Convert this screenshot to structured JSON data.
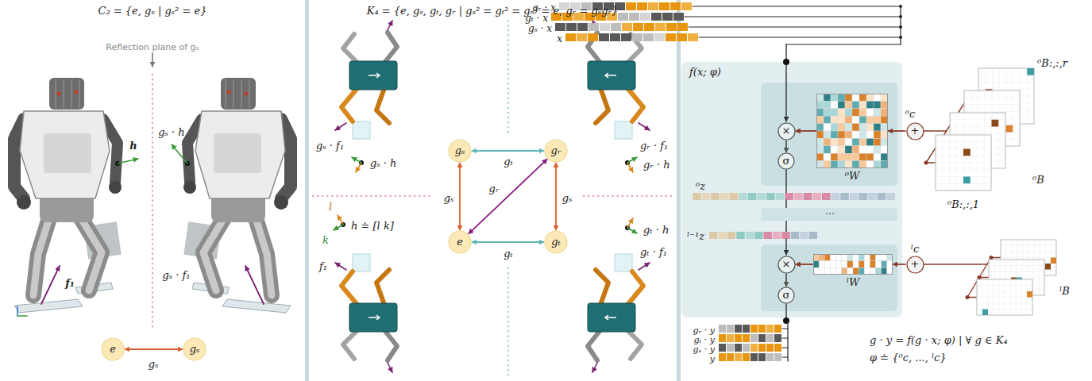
{
  "diagram": {
    "nodes": [
      {
        "text": [
          "e"
        ]
      },
      {
        "text": [
          "gₛ"
        ]
      },
      {
        "text": [
          "gₛ"
        ]
      },
      {
        "text": [
          "gᵣ"
        ]
      },
      {
        "text": [
          "e"
        ]
      },
      {
        "text": [
          "gₜ"
        ]
      },
      {
        "text": [
          "f(x; φ)"
        ]
      },
      {
        "text": [
          "×"
        ],
        "in": 6
      },
      {
        "text": [
          "σ"
        ],
        "in": 6
      },
      {
        "text": [
          "⁰W"
        ],
        "in": 6
      },
      {
        "text": [
          "⋯"
        ],
        "in": 6
      },
      {
        "text": [
          "×"
        ],
        "in": 6
      },
      {
        "text": [
          "σ"
        ],
        "in": 6
      },
      {
        "text": [
          "ˡW"
        ],
        "in": 6
      },
      {
        "text": [
          "+"
        ]
      },
      {
        "text": [
          "+"
        ]
      }
    ],
    "edges": [
      {
        "from": 0,
        "to": 1,
        "arrow": "both",
        "label": "gₛ"
      },
      {
        "from": 2,
        "to": 3,
        "arrow": "both",
        "label": "gₜ"
      },
      {
        "from": 2,
        "to": 4,
        "arrow": "both",
        "label": "gₛ"
      },
      {
        "from": 3,
        "to": 5,
        "arrow": "both",
        "label": "gₛ"
      },
      {
        "from": 4,
        "to": 5,
        "arrow": "both",
        "label": "gₜ"
      },
      {
        "from": 4,
        "to": 3,
        "arrow": "both",
        "label": "gᵣ"
      },
      {
        "from": 14,
        "to": 9,
        "arrow": "to"
      },
      {
        "from": 9,
        "to": 7,
        "arrow": "to"
      },
      {
        "from": 7,
        "to": 8,
        "arrow": "to"
      },
      {
        "from": 15,
        "to": 13,
        "arrow": "to"
      },
      {
        "from": 13,
        "to": 11,
        "arrow": "to"
      },
      {
        "from": 11,
        "to": 12,
        "arrow": "to"
      }
    ],
    "labels": [
      "C₂ = {e, gₛ | gₛ² = e}",
      "Reflection plane of gₛ",
      "h",
      "gₛ · h",
      "f₁",
      "gₛ · f₁",
      "K₄ = {e, gₛ, gₜ, gᵣ | gₛ² = gₜ² = gᵣ² = e, gᵣ = gₛgᵣ}",
      "gₛ · f₁",
      "gᵣ · f₁",
      "gₛ · h",
      "gᵣ · h",
      "l",
      "h ≐ [l k]",
      "k",
      "f₁",
      "gₜ · h",
      "gₜ · f₁",
      "gᵣ · x",
      "gₜ · x",
      "gₛ · x",
      "x",
      "⁰B:,:,r",
      "⁰c",
      "⁰B",
      "⁰B:,:,1",
      "⁰z",
      "ˡ⁻¹z",
      "ˡc",
      "ˡB",
      "gᵣ · y",
      "gₜ · y",
      "gₛ · y",
      "y",
      "g · y = f(g · x; φ) | ∀ g ∈ K₄",
      "φ ≐ {⁰c, ..., ˡc}"
    ]
  }
}
